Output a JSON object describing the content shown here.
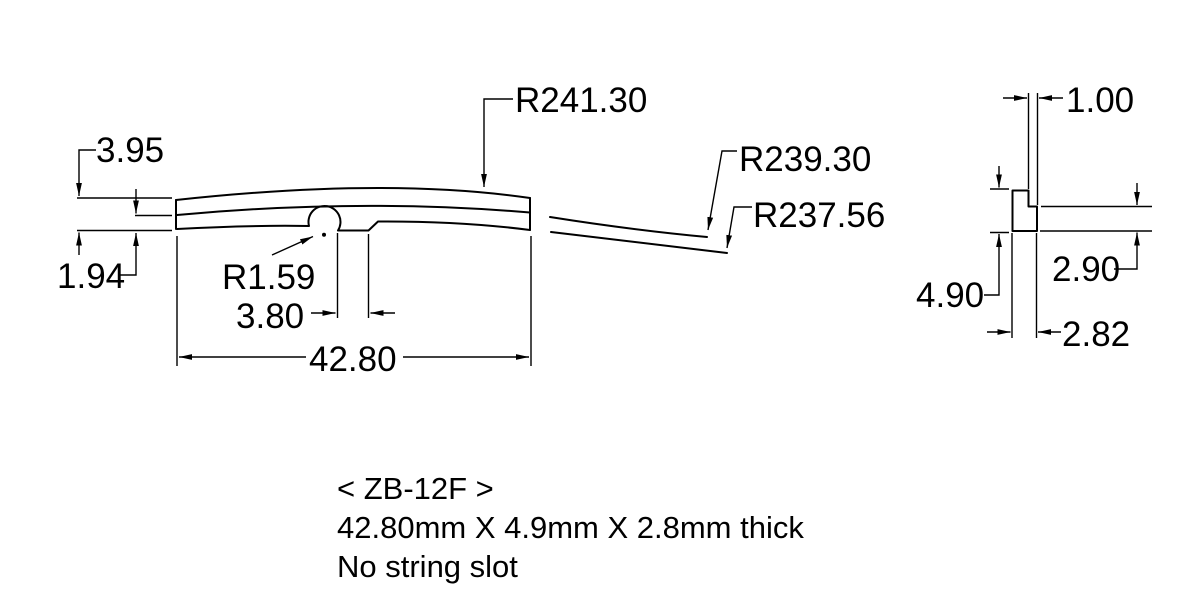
{
  "drawing": {
    "part_code_line": "< ZB-12F >",
    "spec_line": "42.80mm X 4.9mm X 2.8mm thick",
    "note_line": "No string slot",
    "side_view": {
      "end_height": "3.95",
      "lower_band_height": "1.94",
      "notch_radius": "R1.59",
      "slot_width": "3.80",
      "overall_length": "42.80",
      "top_radius": "R241.30",
      "middle_radius": "R239.30",
      "bottom_radius": "R237.56"
    },
    "section_view": {
      "step_width": "1.00",
      "overall_height": "4.90",
      "step_height": "2.90",
      "thickness": "2.82"
    },
    "colors": {
      "line": "#000000",
      "background": "#ffffff"
    }
  }
}
